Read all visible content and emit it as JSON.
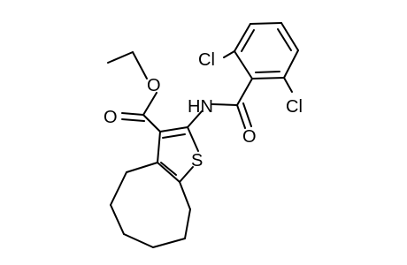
{
  "diagram": {
    "kind": "skeletal chemical structure",
    "line_color": "#000000",
    "background_color": "#ffffff",
    "atom_labels": {
      "ester_ether_oxygen": "O",
      "ester_carbonyl_oxygen": "O",
      "amide_nitrogen": "HN",
      "amide_carbonyl_oxygen": "O",
      "ring_sulfur": "S",
      "chlorine_upper": "Cl",
      "chlorine_lower": "Cl"
    }
  }
}
